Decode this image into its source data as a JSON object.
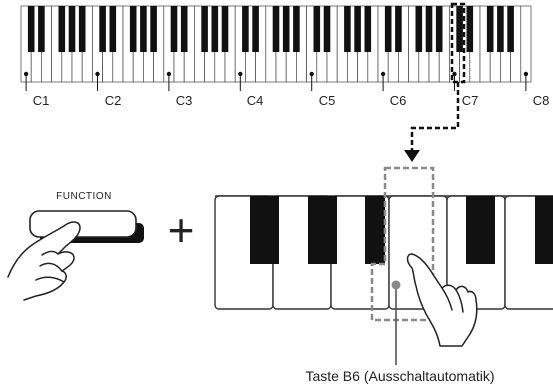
{
  "octave_labels": [
    "C1",
    "C2",
    "C3",
    "C4",
    "C5",
    "C6",
    "C7",
    "C8"
  ],
  "function_button": {
    "label": "FUNCTION"
  },
  "plus_sign": "+",
  "callout": {
    "text": "Taste B6 (Ausschaltautomatik)"
  },
  "keyboard_overview": {
    "total_white_keys": 50,
    "octaves": 7
  },
  "colors": {
    "outline": "#333333",
    "key_black": "#111111",
    "highlight": "#888888",
    "arrow": "#111111"
  }
}
